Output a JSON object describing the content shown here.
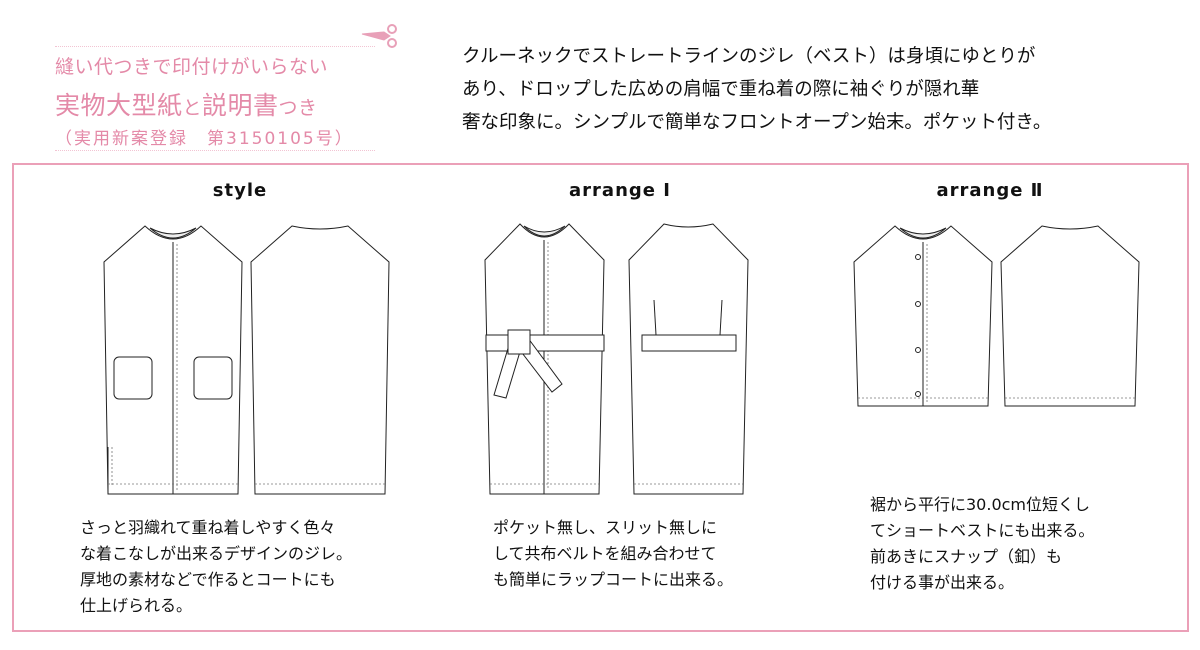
{
  "header": {
    "line1": "縫い代つきで印付けがいらない",
    "line2_main": "実物大型紙",
    "line2_small": "と",
    "line2_main2": "説明書",
    "line2_small2": "つき",
    "line3": "（実用新案登録　第3150105号）"
  },
  "description": "クルーネックでストレートラインのジレ（ベスト）は身頃にゆとりが\nあり、ドロップした広めの肩幅で重ね着の際に袖ぐりが隠れ華\n奢な印象に。シンプルで簡単なフロントオープン始末。ポケット付き。",
  "sections": [
    {
      "title": "style",
      "caption": "さっと羽織れて重ね着しやすく色々\nな着こなしが出来るデザインのジレ。\n厚地の素材などで作るとコートにも\n仕上げられる。"
    },
    {
      "title": "arrange Ⅰ",
      "caption": "ポケット無し、スリット無しに\nして共布ベルトを組み合わせて\nも簡単にラップコートに出来る。"
    },
    {
      "title": "arrange Ⅱ",
      "caption": "裾から平行に30.0cm位短くし\nてショートベストにも出来る。\n前あきにスナップ（釦）も\n付ける事が出来る。"
    }
  ],
  "colors": {
    "accent": "#e48aa8",
    "frame": "#eba0b8"
  }
}
